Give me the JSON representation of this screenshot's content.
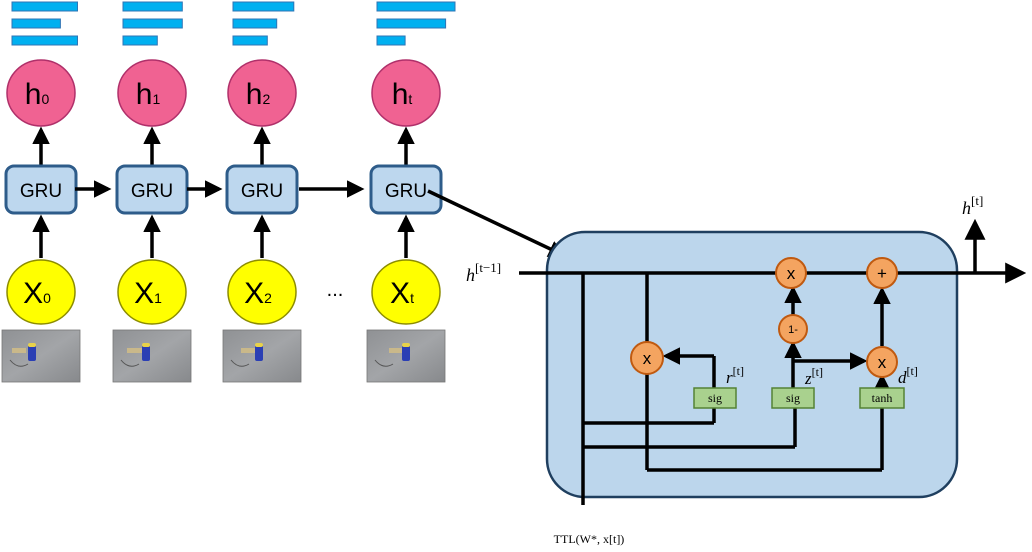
{
  "colors": {
    "bar": "#00b0f0",
    "bar_border": "#2f75b5",
    "h_node": "#f06292",
    "h_node_border": "#b0306a",
    "gru_fill": "#bdd7ee",
    "gru_border": "#2e5c8a",
    "x_node": "#ffff00",
    "x_node_border": "#8c8c00",
    "cell_fill": "#bcd6ec",
    "cell_border": "#1f3f5f",
    "op_fill": "#f4a460",
    "op_border": "#c05a10",
    "act_fill": "#a9d18e",
    "act_border": "#548235",
    "line": "#000000"
  },
  "unrolled": {
    "steps": [
      {
        "h_base": "h",
        "h_sub": "0",
        "gru": "GRU",
        "x_base": "X",
        "x_sub": "0",
        "bars": [
          0.84,
          0.62,
          0.84
        ]
      },
      {
        "h_base": "h",
        "h_sub": "1",
        "gru": "GRU",
        "x_base": "X",
        "x_sub": "1",
        "bars": [
          0.76,
          0.76,
          0.44
        ]
      },
      {
        "h_base": "h",
        "h_sub": "2",
        "gru": "GRU",
        "x_base": "X",
        "x_sub": "2",
        "bars": [
          0.78,
          0.56,
          0.44
        ]
      },
      {
        "h_base": "h",
        "h_sub": "t",
        "gru": "GRU",
        "x_base": "X",
        "x_sub": "t",
        "bars": [
          1.0,
          0.88,
          0.36
        ]
      }
    ],
    "ellipsis": "..."
  },
  "cell": {
    "input_label_base": "h",
    "input_label_sup": "[t−1]",
    "output_label_base": "h",
    "output_label_sup": "[t]",
    "bottom_label": "TTL(W*, x[t])",
    "ops": {
      "reset_mult": "x",
      "update_mult": "x",
      "cand_mult": "x",
      "add": "+",
      "one_minus": "1-"
    },
    "activations": {
      "r": "sig",
      "z": "sig",
      "d": "tanh"
    },
    "gate_labels": {
      "r_base": "r",
      "r_sup": "[t]",
      "z_base": "z",
      "z_sup": "[t]",
      "d_base": "d",
      "d_sup": "[t]"
    }
  }
}
